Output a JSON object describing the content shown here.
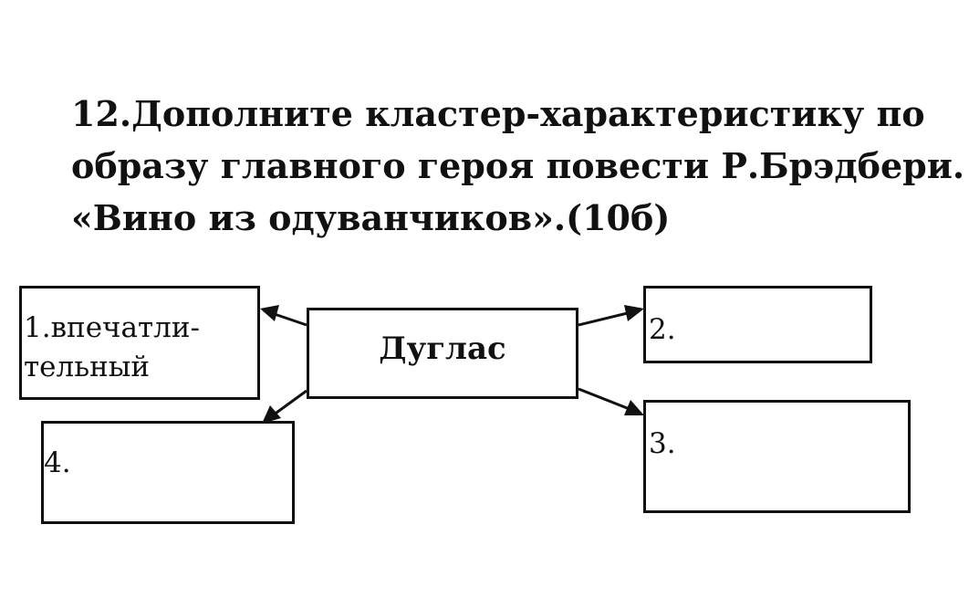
{
  "task": {
    "lines": [
      "12.Дополните кластер-характеристику по",
      "образу главного героя повести Р.Брэдбери.",
      "«Вино из одуванчиков».(10б)"
    ]
  },
  "cluster": {
    "center": "Дуглас",
    "nodes": [
      {
        "text": "1.впечатли-\nтельный"
      },
      {
        "text": "2."
      },
      {
        "text": "3."
      },
      {
        "text": "4."
      }
    ]
  },
  "colors": {
    "ink": "#111111",
    "background": "#ffffff"
  }
}
